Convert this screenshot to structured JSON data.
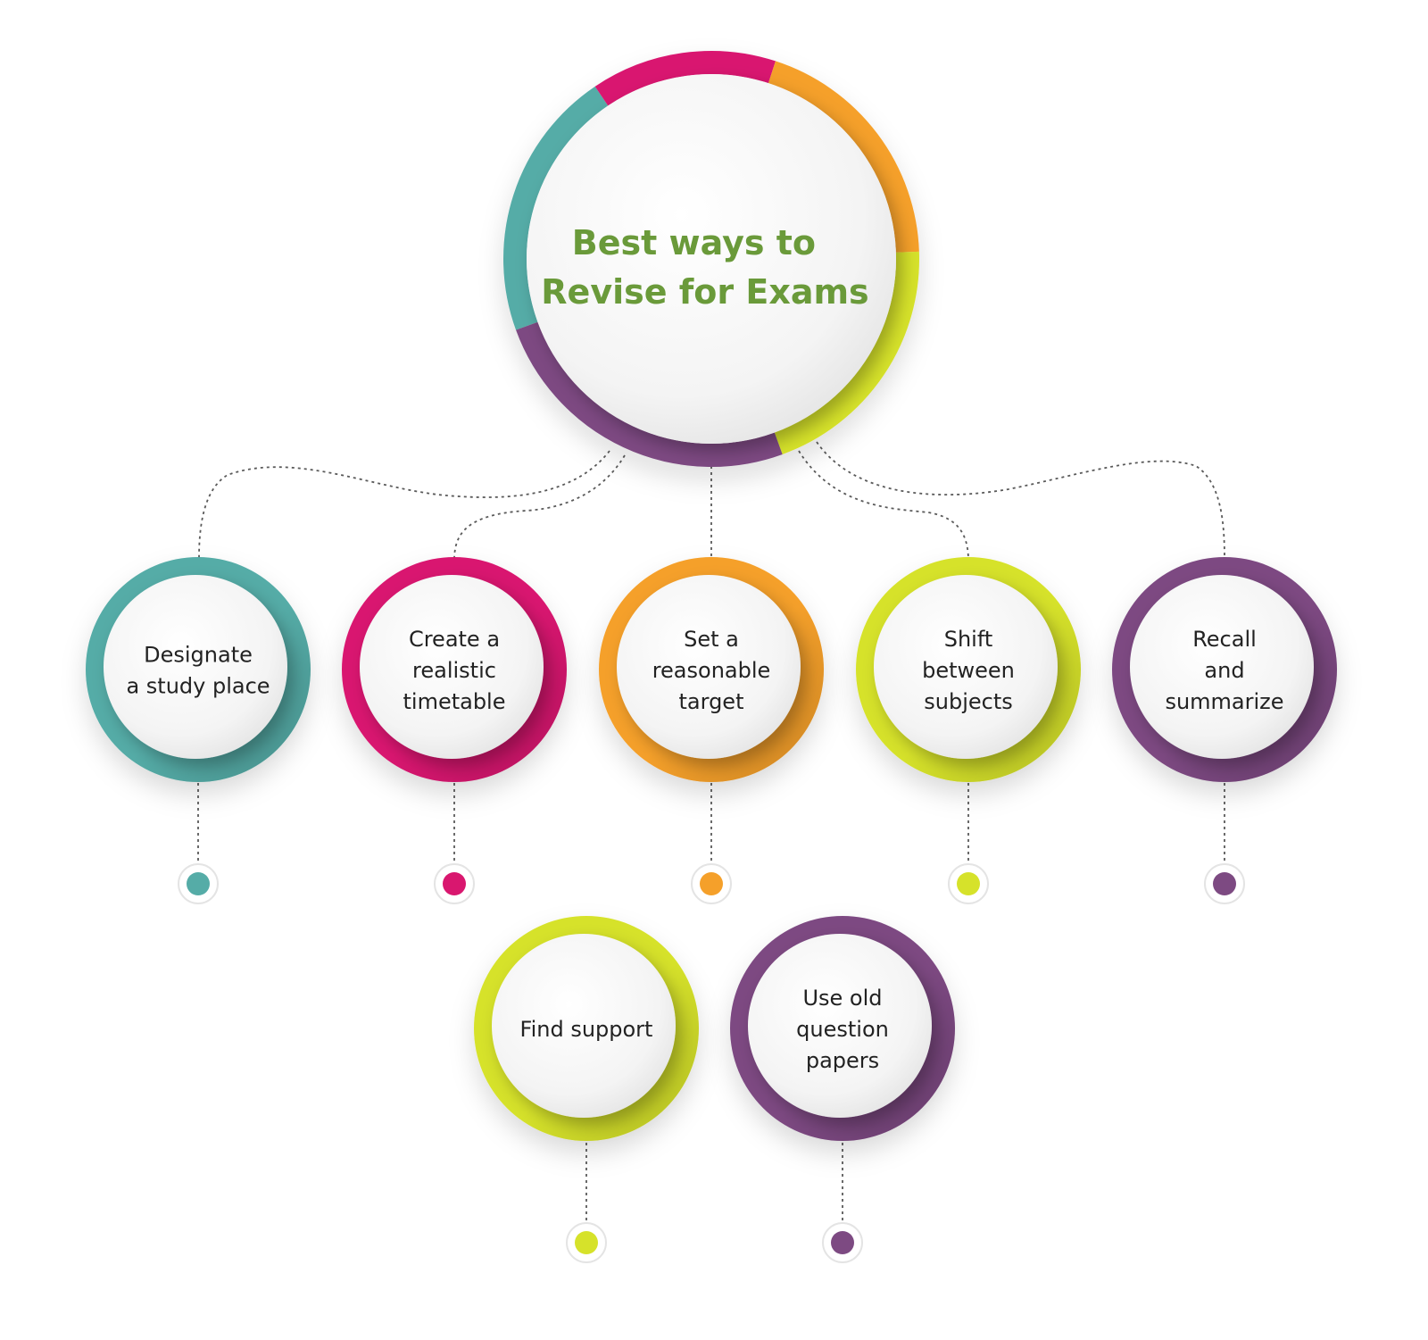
{
  "title": {
    "lines": [
      "Best ways to",
      "Revise for Exams"
    ]
  },
  "palette": {
    "teal": "#55aca7",
    "magenta": "#d9176f",
    "orange": "#f5a02a",
    "lime": "#d6e22a",
    "purple": "#7d4a82",
    "title_green": "#6a9a3a"
  },
  "center_ring_segments": [
    {
      "color": "teal"
    },
    {
      "color": "magenta"
    },
    {
      "color": "orange"
    },
    {
      "color": "lime"
    },
    {
      "color": "purple"
    }
  ],
  "nodes": [
    {
      "id": "designate-study-place",
      "lines": [
        "Designate",
        "a study place"
      ],
      "color": "teal"
    },
    {
      "id": "create-realistic-timetable",
      "lines": [
        "Create a",
        "realistic",
        "timetable"
      ],
      "color": "magenta"
    },
    {
      "id": "set-reasonable-target",
      "lines": [
        "Set a",
        "reasonable",
        "target"
      ],
      "color": "orange"
    },
    {
      "id": "shift-between-subjects",
      "lines": [
        "Shift",
        "between",
        "subjects"
      ],
      "color": "lime"
    },
    {
      "id": "recall-and-summarize",
      "lines": [
        "Recall",
        "and",
        "summarize"
      ],
      "color": "purple"
    },
    {
      "id": "find-support",
      "lines": [
        "Find support"
      ],
      "color": "lime"
    },
    {
      "id": "use-old-question-papers",
      "lines": [
        "Use old",
        "question",
        "papers"
      ],
      "color": "purple"
    }
  ]
}
